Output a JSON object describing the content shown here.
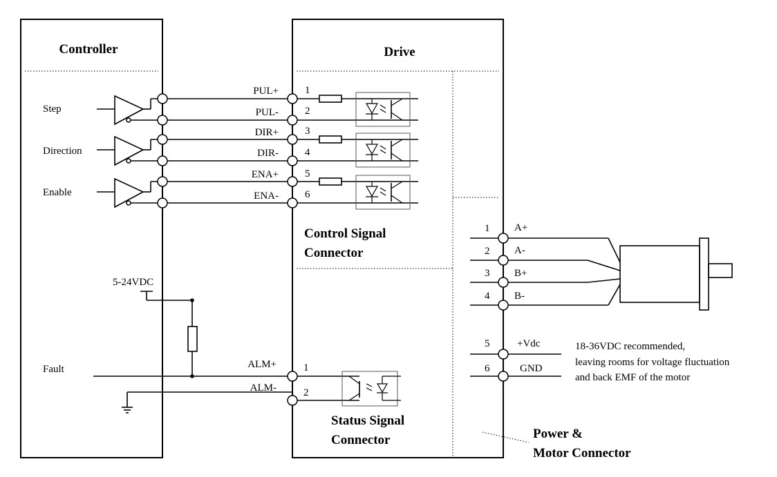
{
  "controller": {
    "title": "Controller",
    "signals": [
      "Step",
      "Direction",
      "Enable",
      "Fault"
    ],
    "supply": "5-24VDC"
  },
  "drive": {
    "title": "Drive",
    "control_connector_line1": "Control Signal",
    "control_connector_line2": "Connector",
    "status_connector_line1": "Status Signal",
    "status_connector_line2": "Connector",
    "power_connector_line1": "Power &",
    "power_connector_line2": "Motor Connector"
  },
  "control_pins": [
    {
      "num": "1",
      "label": "PUL+"
    },
    {
      "num": "2",
      "label": "PUL-"
    },
    {
      "num": "3",
      "label": "DIR+"
    },
    {
      "num": "4",
      "label": "DIR-"
    },
    {
      "num": "5",
      "label": "ENA+"
    },
    {
      "num": "6",
      "label": "ENA-"
    }
  ],
  "status_pins": [
    {
      "num": "1",
      "label": "ALM+"
    },
    {
      "num": "2",
      "label": "ALM-"
    }
  ],
  "power_pins": [
    {
      "num": "1",
      "label": "A+"
    },
    {
      "num": "2",
      "label": "A-"
    },
    {
      "num": "3",
      "label": "B+"
    },
    {
      "num": "4",
      "label": "B-"
    },
    {
      "num": "5",
      "label": "+Vdc"
    },
    {
      "num": "6",
      "label": "GND"
    }
  ],
  "power_note": [
    "18-36VDC recommended,",
    "leaving rooms for voltage fluctuation",
    "and back EMF of the motor"
  ]
}
